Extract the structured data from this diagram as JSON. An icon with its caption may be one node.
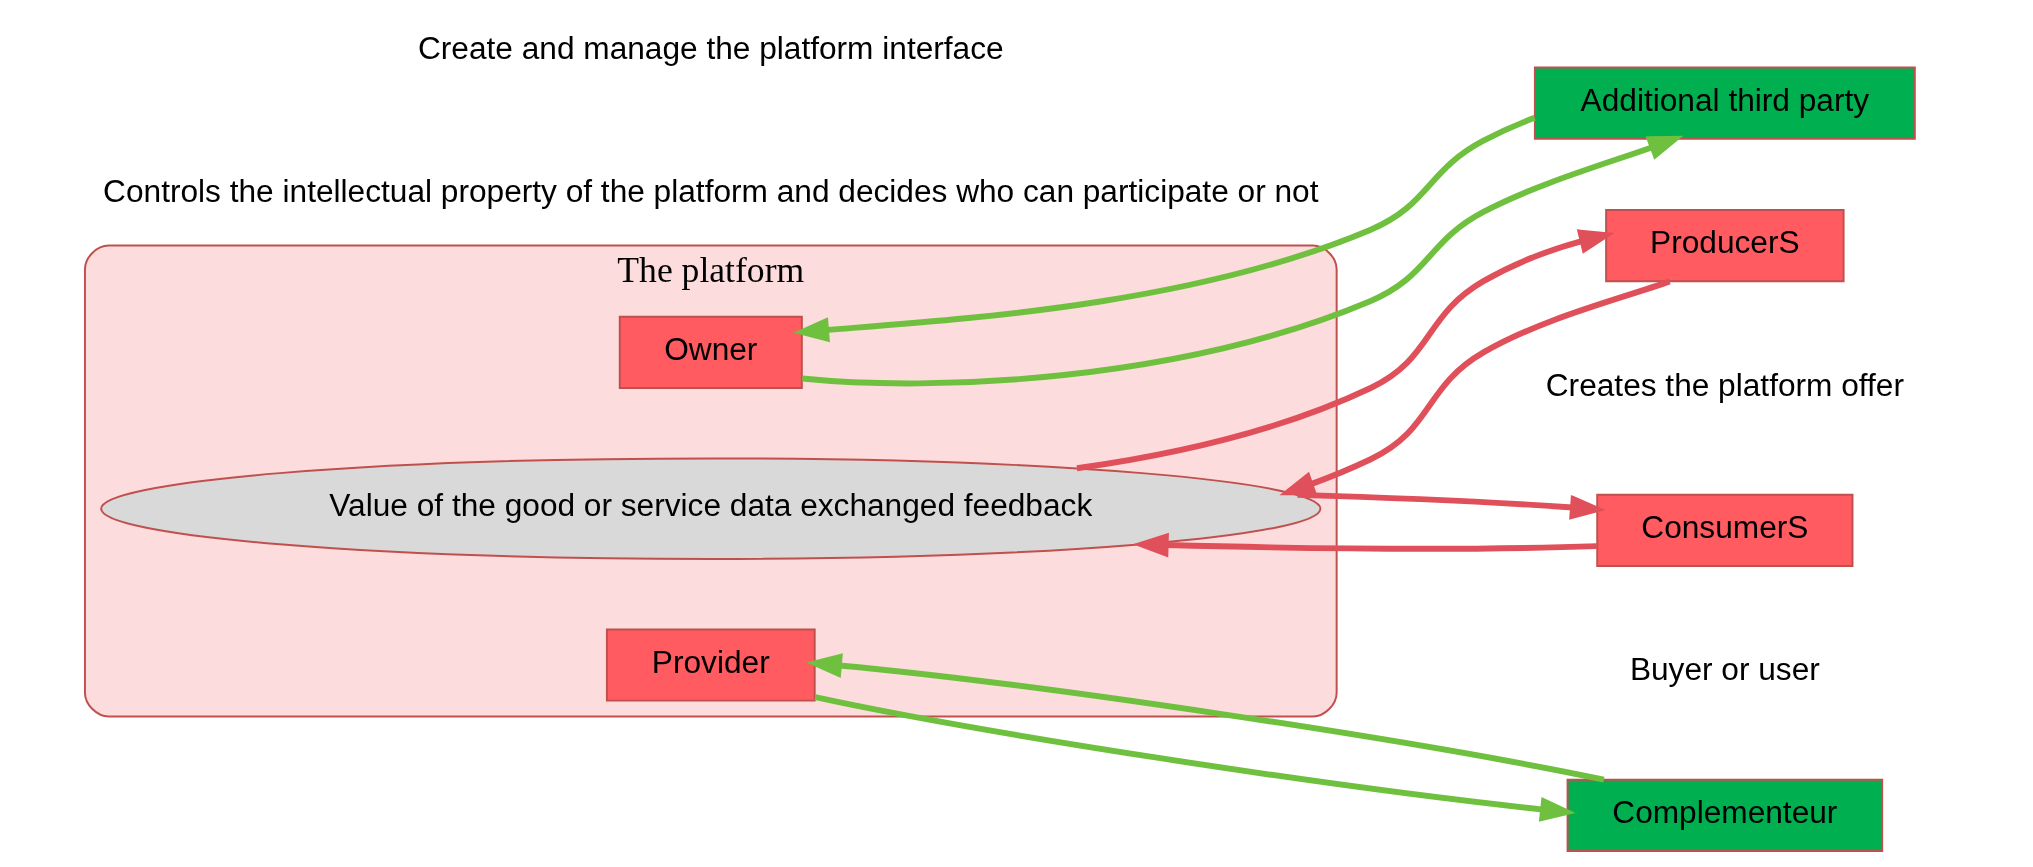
{
  "diagram": {
    "nodes": [
      {
        "text": [
          "The platform"
        ]
      },
      {
        "text": [
          "Additional third party"
        ]
      },
      {
        "text": [
          "Owner"
        ],
        "in": 0
      },
      {
        "text": [
          "ProducerS"
        ],
        "beside": [
          "Creates the platform offer"
        ]
      },
      {
        "text": [
          "Value of the good or service data exchanged feedback"
        ],
        "in": 0
      },
      {
        "text": [
          "ConsumerS"
        ],
        "beside": [
          "Buyer or user"
        ]
      },
      {
        "text": [
          "Provider"
        ],
        "in": 0
      },
      {
        "text": [
          "Complementeur"
        ]
      }
    ],
    "edges": [
      {
        "from": 2,
        "to": 1,
        "arrow": "to",
        "color": "#70c040"
      },
      {
        "from": 1,
        "to": 2,
        "arrow": "to",
        "color": "#70c040"
      },
      {
        "from": 4,
        "to": 3,
        "arrow": "to",
        "color": "#e0505a"
      },
      {
        "from": 3,
        "to": 4,
        "arrow": "to",
        "color": "#e0505a"
      },
      {
        "from": 5,
        "to": 4,
        "arrow": "to",
        "color": "#e0505a"
      },
      {
        "from": 4,
        "to": 5,
        "arrow": "to",
        "color": "#e0505a"
      },
      {
        "from": 6,
        "to": 7,
        "arrow": "to",
        "color": "#70c040"
      },
      {
        "from": 7,
        "to": 6,
        "arrow": "to",
        "color": "#70c040"
      }
    ],
    "labels": [
      "Controls the intellectual property of the platform and decides who can participate or not",
      "Create and manage the platform interface"
    ]
  }
}
